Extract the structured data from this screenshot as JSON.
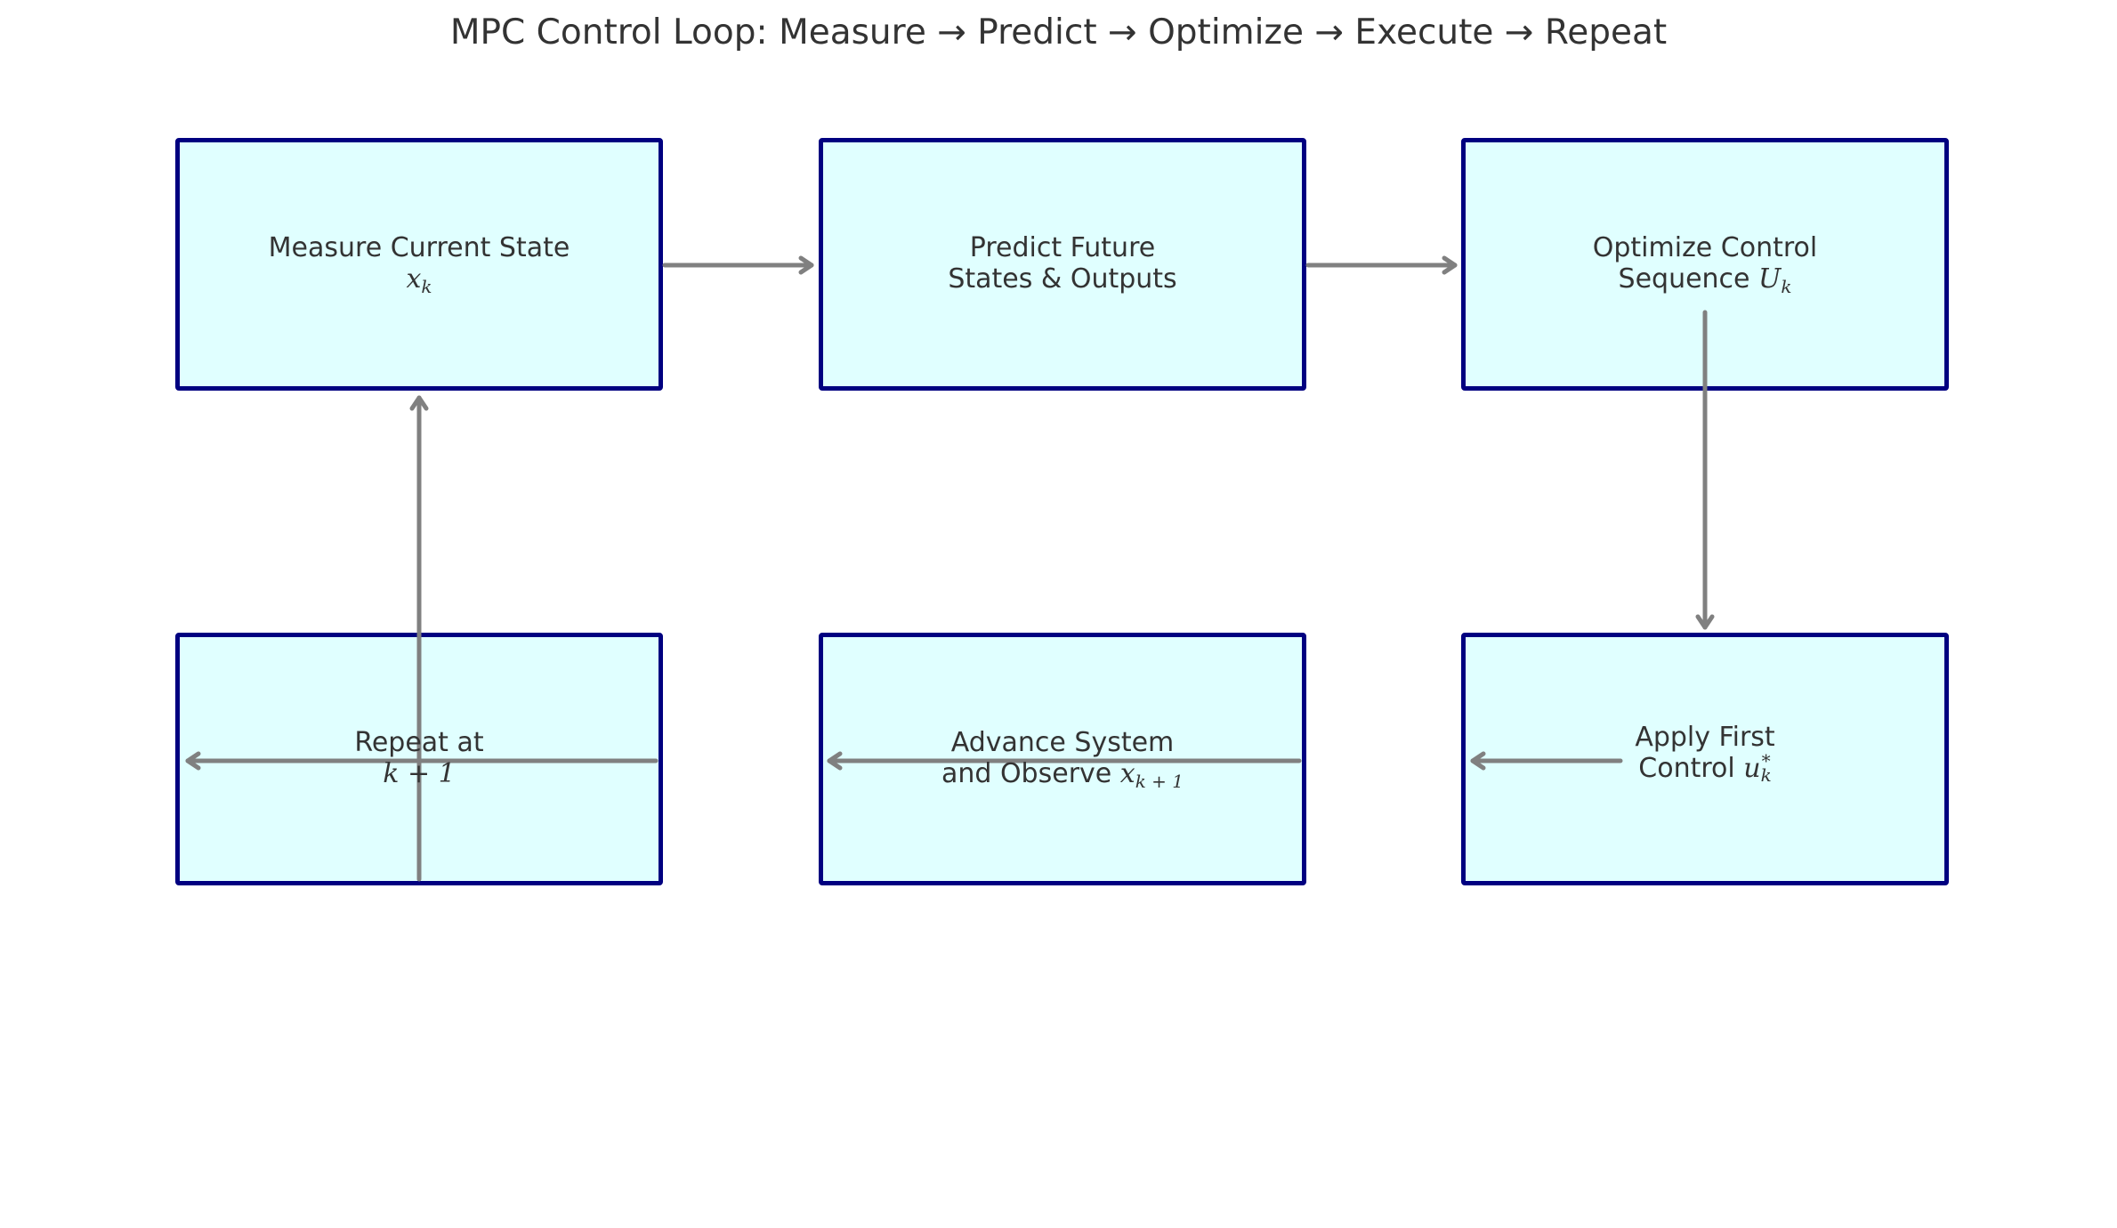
{
  "title": "MPC Control Loop: Measure → Predict → Optimize → Execute → Repeat",
  "colors": {
    "box_fill": "#e0ffff",
    "box_border": "#000080",
    "arrow": "#808080",
    "text": "#333333"
  },
  "nodes": {
    "measure": {
      "line1": "Measure Current State",
      "var": "x",
      "sub": "k"
    },
    "predict": {
      "line1": "Predict Future",
      "line2": "States & Outputs"
    },
    "optimize": {
      "line1": "Optimize Control",
      "line2_prefix": "Sequence ",
      "var": "U",
      "sub": "k"
    },
    "apply": {
      "line1": "Apply First",
      "line2_prefix": "Control ",
      "var": "u",
      "sub": "k",
      "sup": "*"
    },
    "advance": {
      "line1": "Advance System",
      "line2_prefix": "and Observe ",
      "var": "x",
      "sub": "k + 1"
    },
    "repeat": {
      "line1": "Repeat at",
      "line2": "k + 1"
    }
  },
  "edges": [
    {
      "from": "measure",
      "to": "predict"
    },
    {
      "from": "predict",
      "to": "optimize"
    },
    {
      "from": "optimize",
      "to": "apply"
    },
    {
      "from": "apply",
      "to": "advance"
    },
    {
      "from": "advance",
      "to": "repeat"
    },
    {
      "from": "repeat",
      "to": "measure"
    }
  ]
}
